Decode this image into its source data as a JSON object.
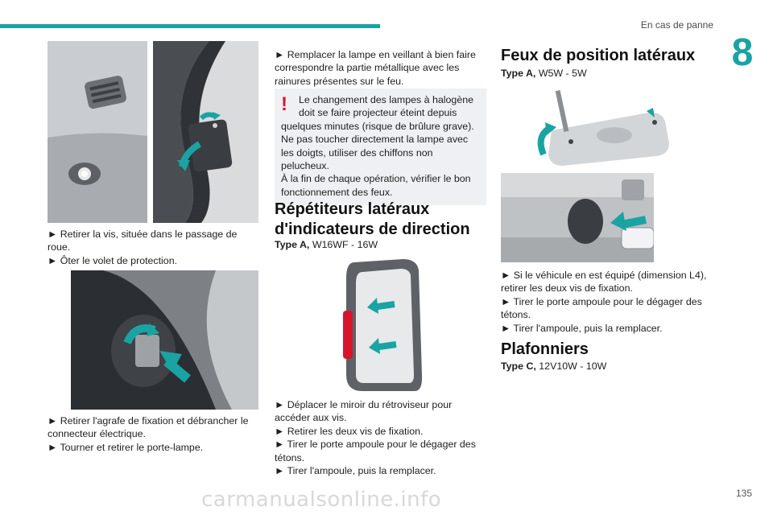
{
  "header": {
    "section_label": "En cas de panne",
    "chapter_number": "8",
    "accent_color": "#1aa3a3"
  },
  "footer": {
    "page_number": "135",
    "watermark": "carmanualsonline.info"
  },
  "col1": {
    "steps_a": [
      "► Retirer la vis, située dans le passage de roue.",
      "► Ôter le volet de protection."
    ],
    "steps_b": [
      "► Retirer l'agrafe de fixation et débrancher le connecteur électrique.",
      "► Tourner et retirer le porte-lampe."
    ]
  },
  "col2": {
    "step_top": "► Remplacer la lampe en veillant à bien faire correspondre la partie métallique avec les rainures présentes sur le feu.",
    "warning": {
      "icon": "warning-exclamation-icon",
      "color": "#d7162e",
      "lines": [
        "Le changement des lampes à halogène doit se faire projecteur éteint depuis quelques minutes (risque de brûlure grave).",
        "Ne pas toucher directement la lampe avec les doigts, utiliser des chiffons non pelucheux.",
        "À la fin de chaque opération, vérifier le bon fonctionnement des feux."
      ]
    },
    "heading": "Répétiteurs latéraux d'indicateurs de direction",
    "type_label": "Type A,",
    "type_value": " W16WF - 16W",
    "steps": [
      "► Déplacer le miroir du rétroviseur pour accéder aux vis.",
      "► Retirer les deux vis de fixation.",
      "► Tirer le porte ampoule pour le dégager des tétons.",
      "► Tirer l'ampoule, puis la remplacer."
    ]
  },
  "col3": {
    "heading": "Feux de position latéraux",
    "type_label": "Type A,",
    "type_value": " W5W - 5W",
    "steps": [
      "► Si le véhicule en est équipé (dimension L4), retirer les deux vis de fixation.",
      "► Tirer le porte ampoule pour le dégager des tétons.",
      "► Tirer l'ampoule, puis la remplacer."
    ],
    "heading2": "Plafonniers",
    "type2_label": "Type C,",
    "type2_value": " 12V10W - 10W"
  }
}
